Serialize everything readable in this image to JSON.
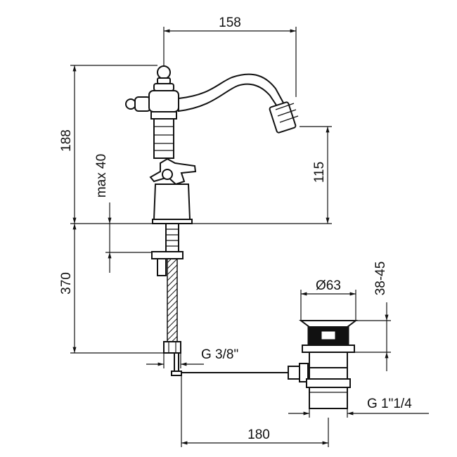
{
  "drawing": {
    "dimensions": {
      "spout_reach": "158",
      "total_height": "188",
      "spout_height": "115",
      "max_thickness": "max 40",
      "hose_length": "370",
      "waste_diameter": "Ø63",
      "waste_height": "38-45",
      "supply_thread": "G 3/8\"",
      "waste_thread": "G 1\"1/4",
      "rod_length": "180"
    }
  }
}
